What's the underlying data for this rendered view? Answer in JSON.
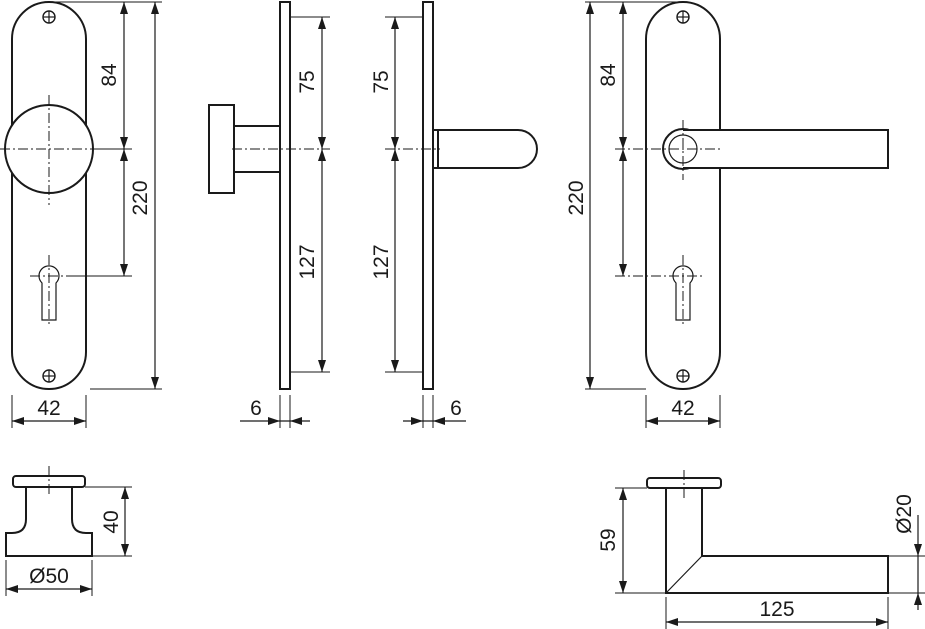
{
  "dimensions": {
    "knob_front_plate_width": "42",
    "knob_front_top_to_axis": "84",
    "knob_front_plate_height": "220",
    "knob_side_top": "75",
    "knob_side_bottom": "127",
    "knob_side_thickness": "6",
    "lever_side_top": "75",
    "lever_side_bottom": "127",
    "lever_side_thickness": "6",
    "lever_front_top_to_axis": "84",
    "lever_front_plate_height": "220",
    "lever_front_plate_width": "42",
    "knob_top_height": "40",
    "knob_top_diameter": "Ø50",
    "lever_top_projection": "59",
    "lever_top_diameter": "Ø20",
    "lever_top_length": "125"
  },
  "colors": {
    "line": "#1a1a1a",
    "background": "#ffffff"
  }
}
